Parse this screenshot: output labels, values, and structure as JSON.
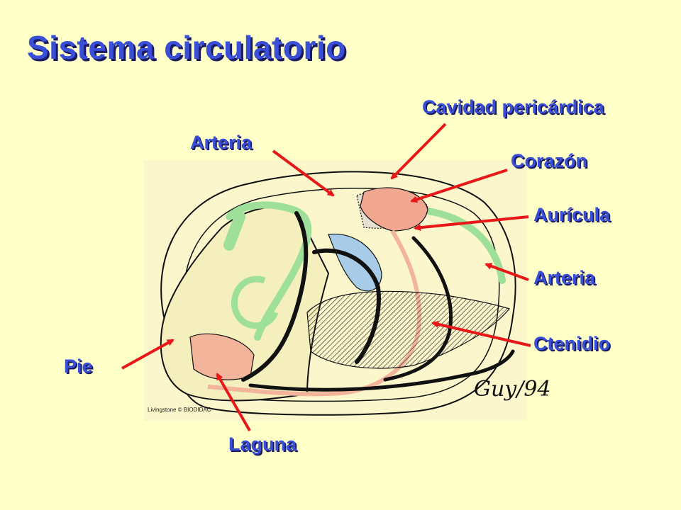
{
  "title": "Sistema circulatorio",
  "labels": {
    "cavidad_pericardica": "Cavidad pericárdica",
    "arteria_top": "Arteria",
    "corazon": "Corazón",
    "auricula": "Aurícula",
    "arteria_right": "Arteria",
    "ctenidio": "Ctenidio",
    "pie": "Pie",
    "laguna": "Laguna"
  },
  "figure": {
    "credit": "Livingstone © BIODIDAC",
    "signature": "Guy/94"
  },
  "colors": {
    "label_text": "#3a4fd8",
    "label_shadow": "#1a1a60",
    "arrow": "#e81818",
    "background": "#ffffc8",
    "figure_bg": "#fbf6cc",
    "vessel_green": "#9ee09a",
    "vessel_pink": "#f2b49a",
    "blue_organ": "#a8cce8"
  }
}
